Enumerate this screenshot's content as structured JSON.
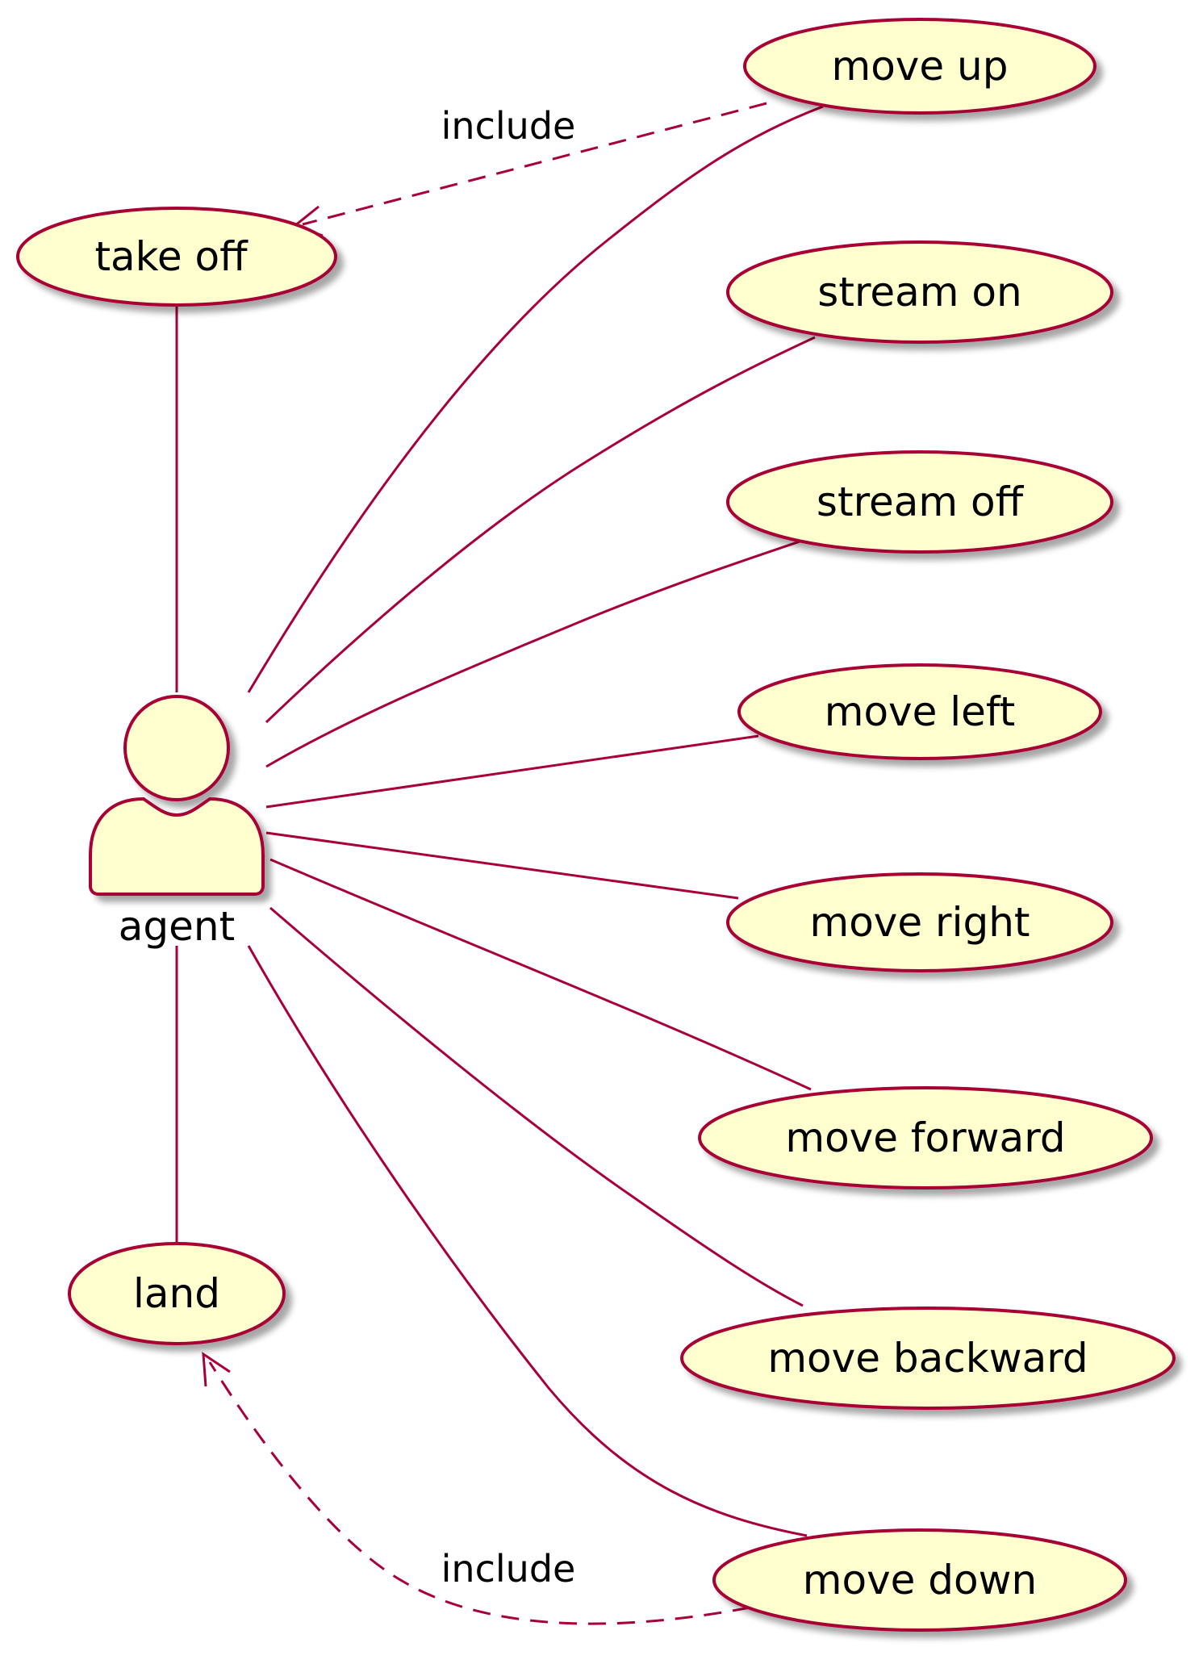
{
  "colors": {
    "fill": "#FEFECE",
    "stroke": "#A80036",
    "shadow": "#C8C8C8",
    "text": "#000000"
  },
  "actor": {
    "label": "agent",
    "icon": "user-icon"
  },
  "use_cases": [
    {
      "id": "take_off",
      "label": "take off"
    },
    {
      "id": "land",
      "label": "land"
    },
    {
      "id": "move_up",
      "label": "move up"
    },
    {
      "id": "stream_on",
      "label": "stream on"
    },
    {
      "id": "stream_off",
      "label": "stream off"
    },
    {
      "id": "move_left",
      "label": "move left"
    },
    {
      "id": "move_right",
      "label": "move right"
    },
    {
      "id": "move_forward",
      "label": "move forward"
    },
    {
      "id": "move_backward",
      "label": "move backward"
    },
    {
      "id": "move_down",
      "label": "move down"
    }
  ],
  "associations": [
    {
      "from": "agent",
      "to": "take_off"
    },
    {
      "from": "agent",
      "to": "land"
    },
    {
      "from": "agent",
      "to": "move_up"
    },
    {
      "from": "agent",
      "to": "stream_on"
    },
    {
      "from": "agent",
      "to": "stream_off"
    },
    {
      "from": "agent",
      "to": "move_left"
    },
    {
      "from": "agent",
      "to": "move_right"
    },
    {
      "from": "agent",
      "to": "move_forward"
    },
    {
      "from": "agent",
      "to": "move_backward"
    },
    {
      "from": "agent",
      "to": "move_down"
    }
  ],
  "includes": [
    {
      "from": "move_up",
      "to": "take_off",
      "label": "include"
    },
    {
      "from": "move_down",
      "to": "land",
      "label": "include"
    }
  ]
}
